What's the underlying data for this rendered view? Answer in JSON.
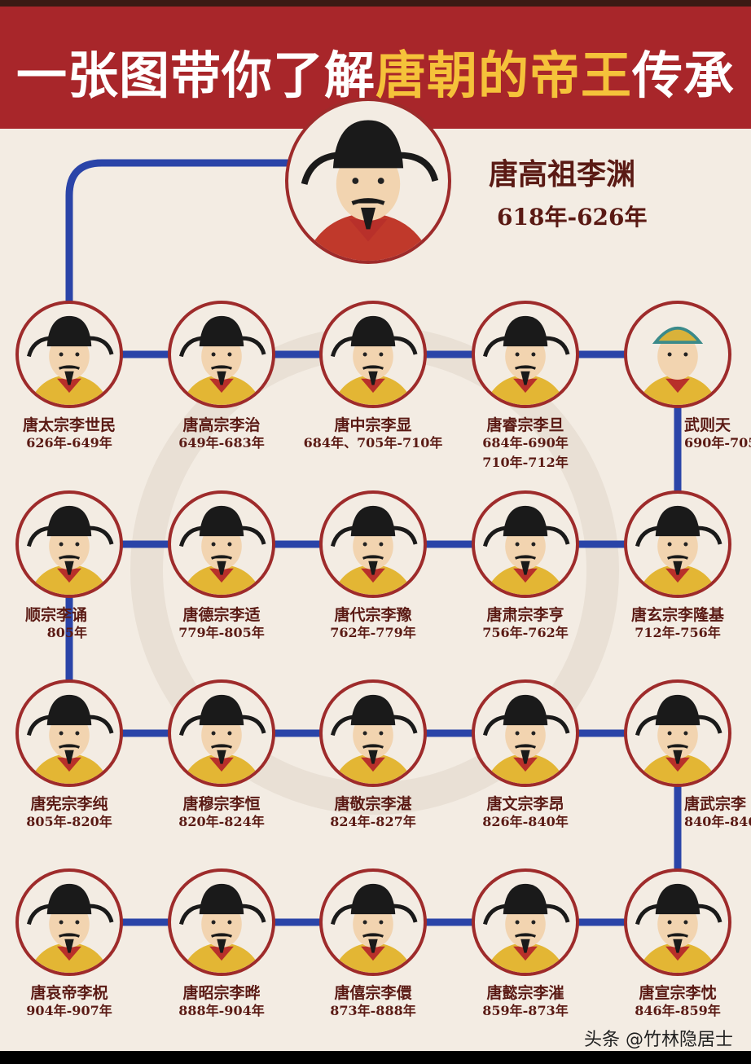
{
  "title": {
    "part1": "一张图带你了解",
    "highlight": "唐朝的帝王",
    "part2": "传承"
  },
  "colors": {
    "header": "#a8262a",
    "highlight": "#f5c23a",
    "line": "#2a44a8",
    "border": "#9e2b2b",
    "robe": "#e3b634"
  },
  "founder": {
    "name": "唐高祖李渊",
    "years": "618年-626年"
  },
  "rows": [
    [
      {
        "name": "唐太宗李世民",
        "years": [
          "626年-649年"
        ]
      },
      {
        "name": "唐高宗李治",
        "years": [
          "649年-683年"
        ]
      },
      {
        "name": "唐中宗李显",
        "years": [
          "684年、705年-710年"
        ]
      },
      {
        "name": "唐睿宗李旦",
        "years": [
          "684年-690年",
          "710年-712年"
        ]
      },
      {
        "name": "武则天",
        "years": [
          "690年-705"
        ]
      }
    ],
    [
      {
        "name": "顺宗李诵",
        "years": [
          "805年"
        ]
      },
      {
        "name": "唐德宗李适",
        "years": [
          "779年-805年"
        ]
      },
      {
        "name": "唐代宗李豫",
        "years": [
          "762年-779年"
        ]
      },
      {
        "name": "唐肃宗李亨",
        "years": [
          "756年-762年"
        ]
      },
      {
        "name": "唐玄宗李隆基",
        "years": [
          "712年-756年"
        ]
      }
    ],
    [
      {
        "name": "唐宪宗李纯",
        "years": [
          "805年-820年"
        ]
      },
      {
        "name": "唐穆宗李恒",
        "years": [
          "820年-824年"
        ]
      },
      {
        "name": "唐敬宗李湛",
        "years": [
          "824年-827年"
        ]
      },
      {
        "name": "唐文宗李昂",
        "years": [
          "826年-840年"
        ]
      },
      {
        "name": "唐武宗李",
        "years": [
          "840年-846"
        ]
      }
    ],
    [
      {
        "name": "唐哀帝李柷",
        "years": [
          "904年-907年"
        ]
      },
      {
        "name": "唐昭宗李晔",
        "years": [
          "888年-904年"
        ]
      },
      {
        "name": "唐僖宗李儇",
        "years": [
          "873年-888年"
        ]
      },
      {
        "name": "唐懿宗李漼",
        "years": [
          "859年-873年"
        ]
      },
      {
        "name": "唐宣宗李忱",
        "years": [
          "846年-859年"
        ]
      }
    ]
  ],
  "watermark": "头条 @竹林隐居士"
}
